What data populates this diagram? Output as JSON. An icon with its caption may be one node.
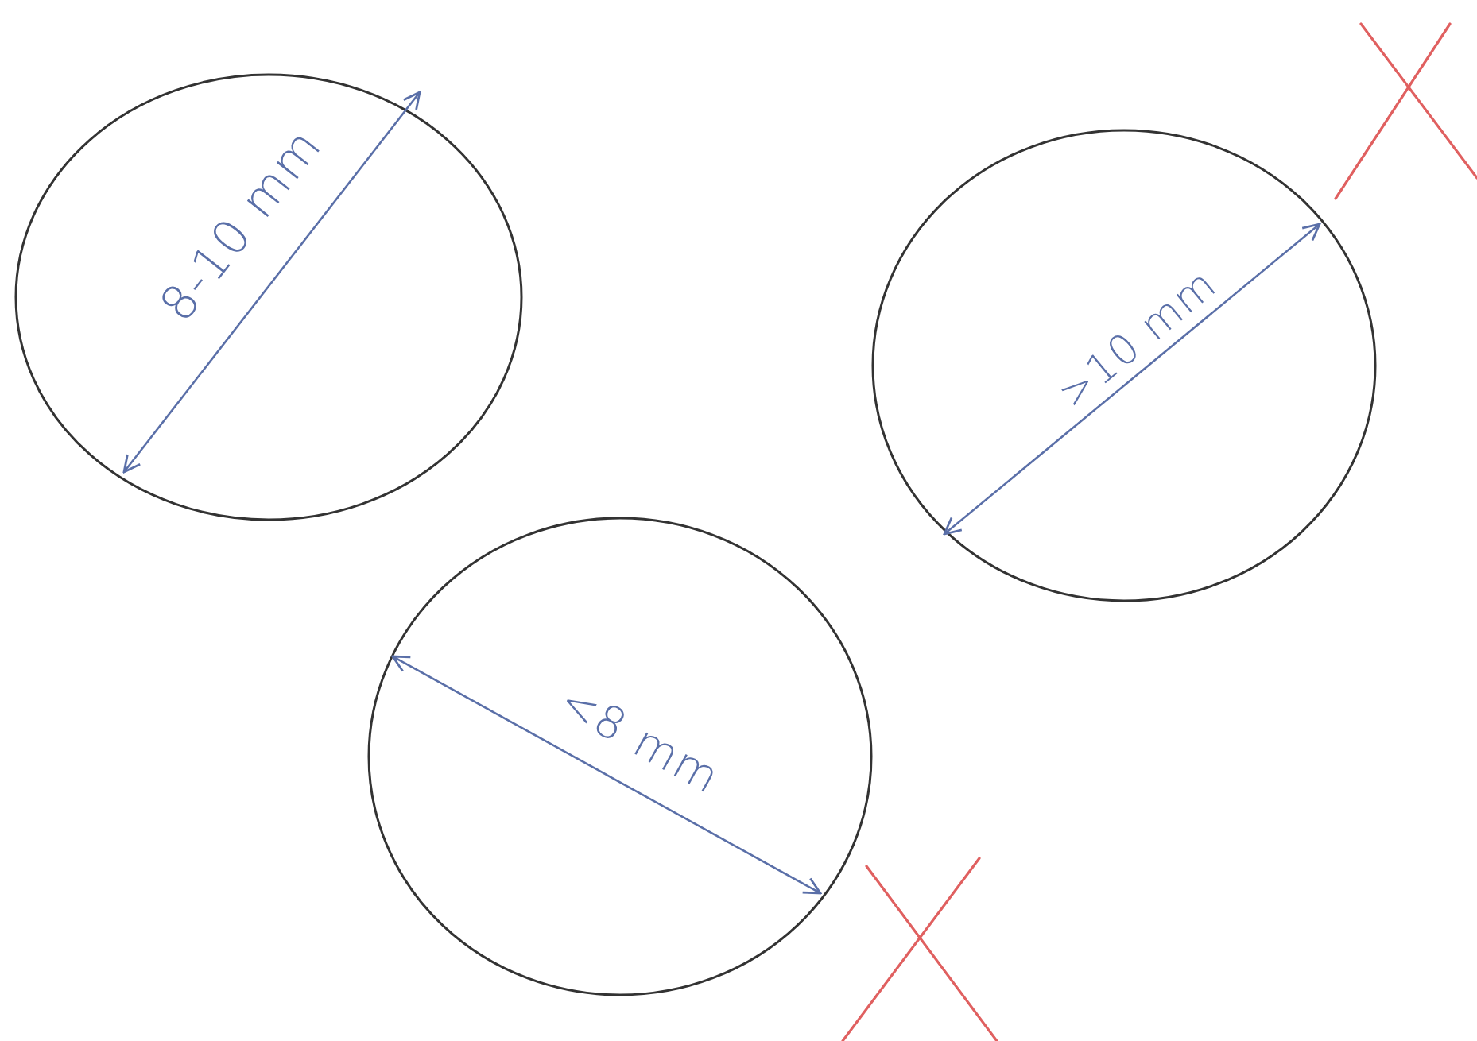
{
  "diagram": {
    "labels": [
      "8-10 mm",
      ">10 mm",
      "<8 mm"
    ]
  }
}
